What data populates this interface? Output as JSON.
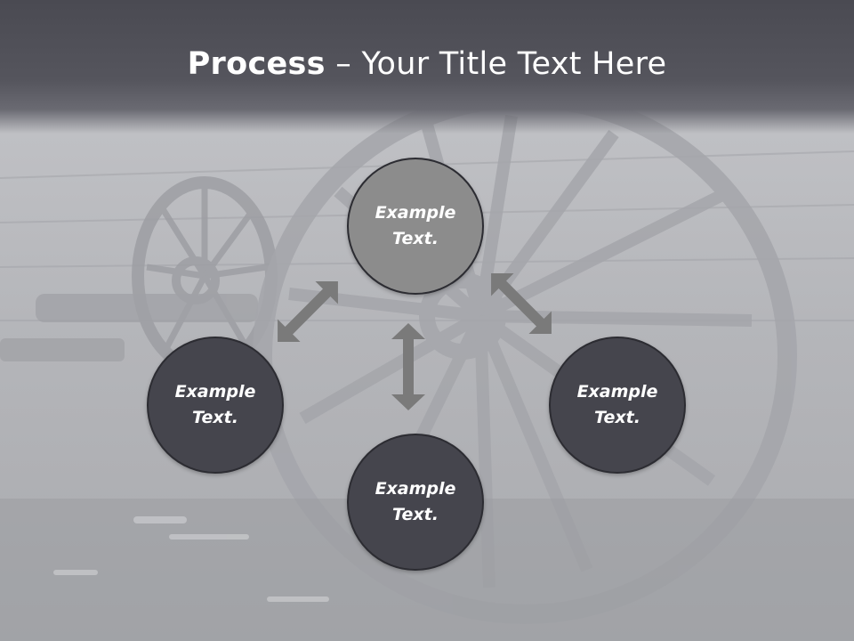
{
  "title": {
    "bold": "Process",
    "rest": " – Your Title Text Here"
  },
  "nodes": [
    {
      "line1": "Example",
      "line2": "Text."
    },
    {
      "line1": "Example",
      "line2": "Text."
    },
    {
      "line1": "Example",
      "line2": "Text."
    },
    {
      "line1": "Example",
      "line2": "Text."
    }
  ],
  "colors": {
    "header": "#4a4a52",
    "dark_circle": "#45454d",
    "highlight_circle": "#8c8c8c",
    "arrow": "#7a7a7a"
  }
}
